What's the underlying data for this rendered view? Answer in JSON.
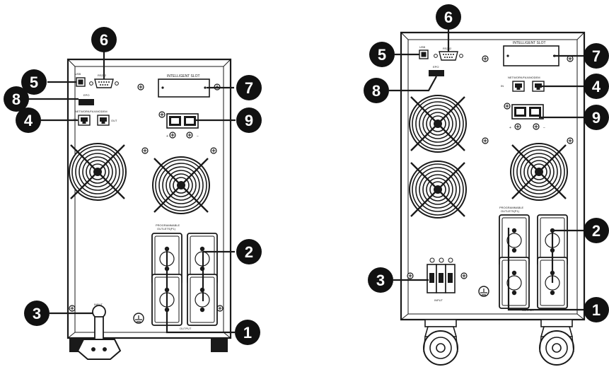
{
  "labels": {
    "usb": "USB",
    "rs232": "RS232",
    "epo": "EPO",
    "intelligent_slot": "INTELLIGENT SLOT",
    "network": "NETWORK/FAX/MODEM",
    "net_in": "IN",
    "net_out": "OUT",
    "programmable": "PROGRAMMABLE",
    "outlets": "OUTLETS(P1)",
    "output": "OUTPUT",
    "input": "INPUT",
    "plus": "+",
    "minus": "−"
  },
  "callouts": {
    "left": [
      "1",
      "2",
      "3",
      "4",
      "5",
      "6",
      "7",
      "8",
      "9"
    ],
    "right": [
      "1",
      "2",
      "3",
      "4",
      "5",
      "6",
      "7",
      "8",
      "9"
    ]
  },
  "colors": {
    "line": "#1a1a1a",
    "fill": "#ffffff",
    "callout": "#111111"
  }
}
